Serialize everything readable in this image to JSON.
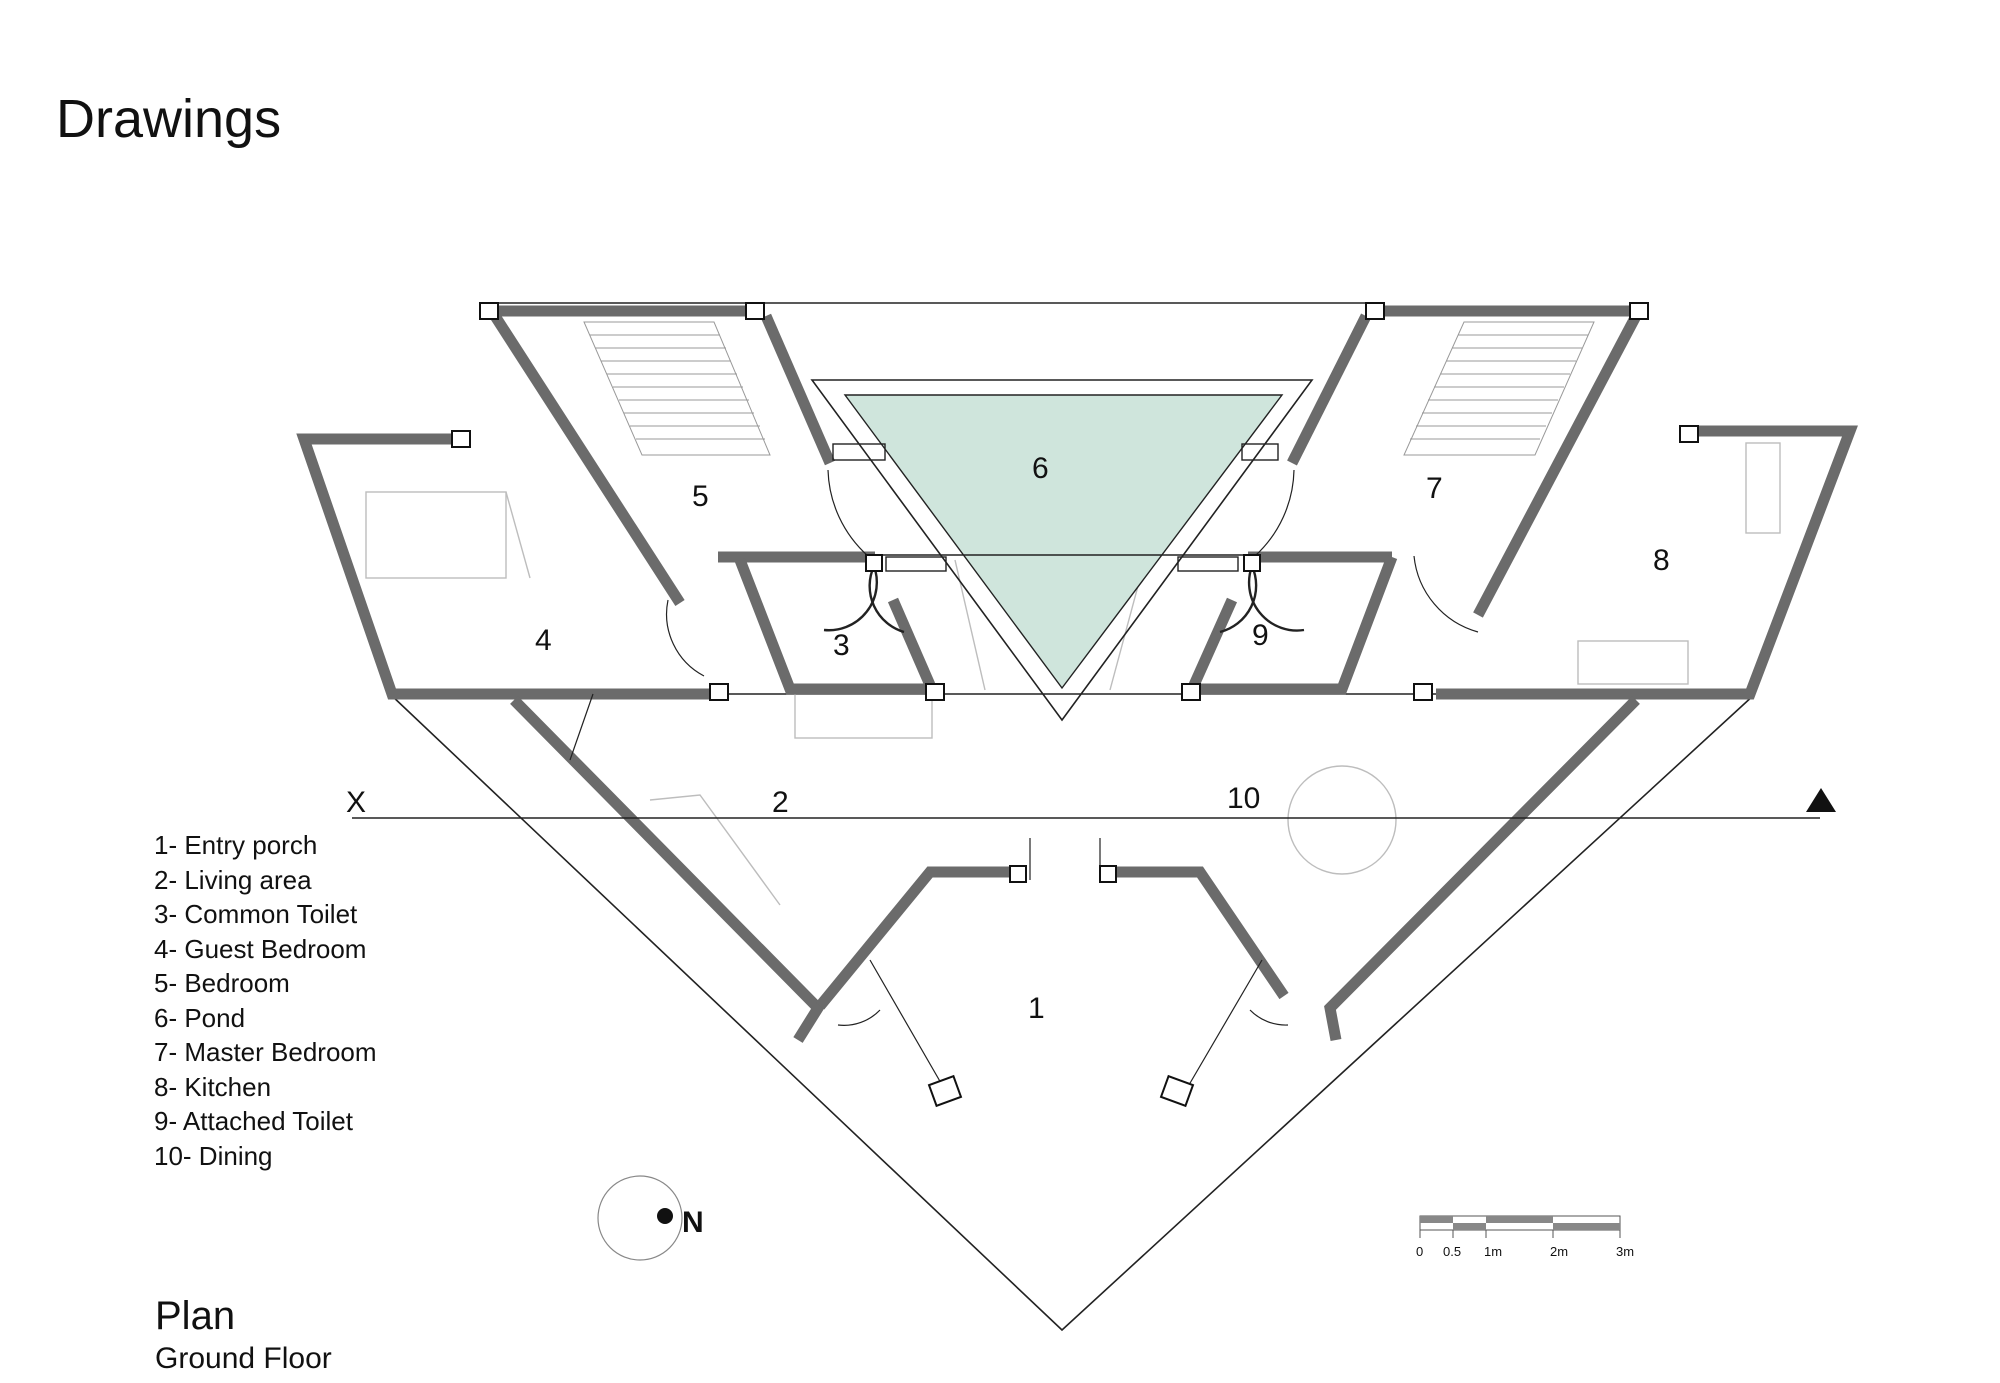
{
  "heading": "Drawings",
  "legend": [
    "1- Entry porch",
    "2- Living area",
    "3- Common Toilet",
    "4- Guest Bedroom",
    "5- Bedroom",
    "6- Pond",
    "7- Master Bedroom",
    "8- Kitchen",
    "9- Attached Toilet",
    "10- Dining"
  ],
  "room_labels": {
    "r1": "1",
    "r2": "2",
    "r3": "3",
    "r4": "4",
    "r5": "5",
    "r6": "6",
    "r7": "7",
    "r8": "8",
    "r9": "9",
    "r10": "10"
  },
  "section_marker": "X",
  "north_label": "N",
  "scale_labels": [
    "0",
    "0.5",
    "1m",
    "2m",
    "3m"
  ],
  "plan_title": "Plan",
  "plan_subtitle": "Ground Floor",
  "colors": {
    "wall": "#6b6b6b",
    "pond": "#cfe5dc",
    "line": "#222222",
    "light_line": "#bdbdbd"
  }
}
